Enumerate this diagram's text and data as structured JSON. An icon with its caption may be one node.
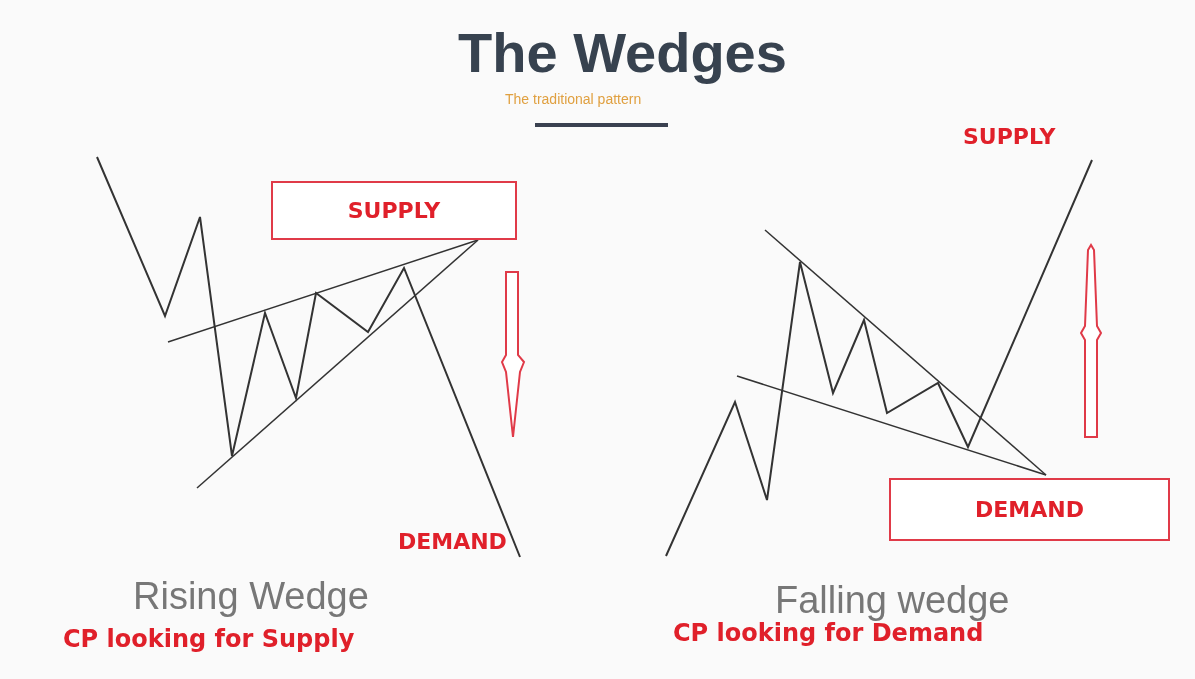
{
  "diagram": {
    "title": "The Wedges",
    "nodes": [
      {
        "text": [
          "SUPPLY"
        ]
      },
      {
        "text": [
          "DEMAND"
        ]
      }
    ],
    "labels": [
      "The traditional pattern",
      "SUPPLY",
      "DEMAND",
      "Rising Wedge",
      "Falling wedge",
      "CP looking for Supply",
      "CP looking for Demand"
    ]
  }
}
